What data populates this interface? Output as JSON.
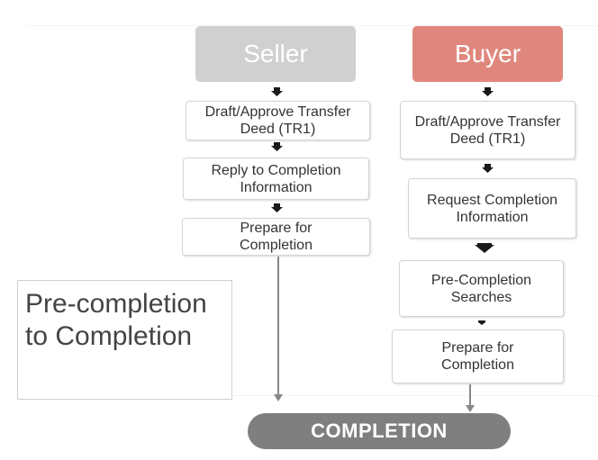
{
  "seller": {
    "title": "Seller",
    "steps": [
      "Draft/Approve Transfer Deed (TR1)",
      "Reply to Completion Information",
      "Prepare for Completion"
    ]
  },
  "buyer": {
    "title": "Buyer",
    "steps": [
      "Draft/Approve Transfer Deed (TR1)",
      "Request Completion Information",
      "Pre-Completion Searches",
      "Prepare for Completion"
    ]
  },
  "stage_label": "Pre-completion to Completion",
  "end_node": "COMPLETION",
  "colors": {
    "seller_header": "#d0d0d0",
    "buyer_header": "#e0877d",
    "completion_fill": "#7f7f7f",
    "arrow": "#1a1a1a",
    "line": "#888888"
  }
}
